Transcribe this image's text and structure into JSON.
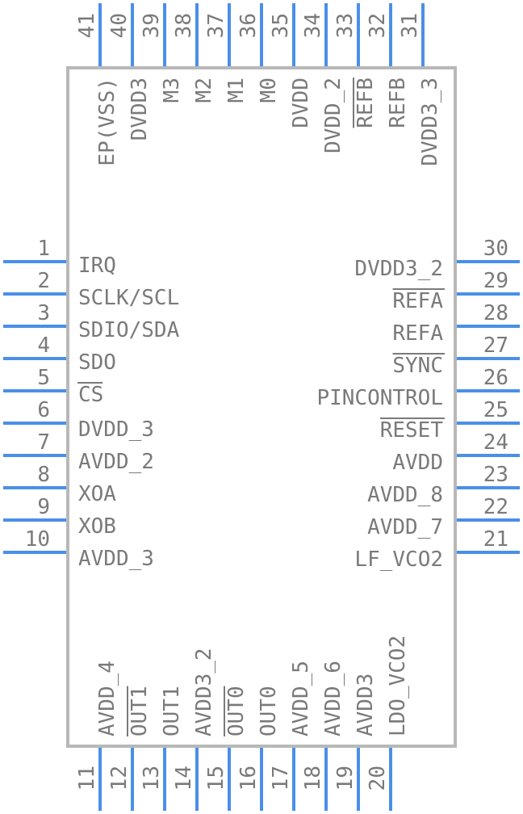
{
  "component": {
    "pins": {
      "left": [
        {
          "num": "1",
          "label": "IRQ",
          "bar": false
        },
        {
          "num": "2",
          "label": "SCLK/SCL",
          "bar": false
        },
        {
          "num": "3",
          "label": "SDIO/SDA",
          "bar": false
        },
        {
          "num": "4",
          "label": "SDO",
          "bar": false
        },
        {
          "num": "5",
          "label": "CS",
          "bar": true
        },
        {
          "num": "6",
          "label": "DVDD_3",
          "bar": false
        },
        {
          "num": "7",
          "label": "AVDD_2",
          "bar": false
        },
        {
          "num": "8",
          "label": "XOA",
          "bar": false
        },
        {
          "num": "9",
          "label": "XOB",
          "bar": false
        },
        {
          "num": "10",
          "label": "AVDD_3",
          "bar": false
        }
      ],
      "right": [
        {
          "num": "30",
          "label": "DVDD3_2",
          "bar": false
        },
        {
          "num": "29",
          "label": "REFA",
          "bar": true
        },
        {
          "num": "28",
          "label": "REFA",
          "bar": false
        },
        {
          "num": "27",
          "label": "SYNC",
          "bar": true
        },
        {
          "num": "26",
          "label": "PINCONTROL",
          "bar": false
        },
        {
          "num": "25",
          "label": "RESET",
          "bar": true
        },
        {
          "num": "24",
          "label": "AVDD",
          "bar": false
        },
        {
          "num": "23",
          "label": "AVDD_8",
          "bar": false
        },
        {
          "num": "22",
          "label": "AVDD_7",
          "bar": false
        },
        {
          "num": "21",
          "label": "LF_VCO2",
          "bar": false
        }
      ],
      "bottom": [
        {
          "num": "11",
          "label": "AVDD_4",
          "bar": false
        },
        {
          "num": "12",
          "label": "OUT1",
          "bar": true
        },
        {
          "num": "13",
          "label": "OUT1",
          "bar": false
        },
        {
          "num": "14",
          "label": "AVDD3_2",
          "bar": false
        },
        {
          "num": "15",
          "label": "OUT0",
          "bar": true
        },
        {
          "num": "16",
          "label": "OUT0",
          "bar": false
        },
        {
          "num": "17",
          "label": "AVDD_5",
          "bar": false
        },
        {
          "num": "18",
          "label": "AVDD_6",
          "bar": false
        },
        {
          "num": "19",
          "label": "AVDD3",
          "bar": false
        },
        {
          "num": "20",
          "label": "LDO_VCO2",
          "bar": false
        }
      ],
      "top": [
        {
          "num": "41",
          "label": "EP(VSS)",
          "bar": false
        },
        {
          "num": "40",
          "label": "DVDD3",
          "bar": false
        },
        {
          "num": "39",
          "label": "M3",
          "bar": false
        },
        {
          "num": "38",
          "label": "M2",
          "bar": false
        },
        {
          "num": "37",
          "label": "M1",
          "bar": false
        },
        {
          "num": "36",
          "label": "M0",
          "bar": false
        },
        {
          "num": "35",
          "label": "DVDD",
          "bar": false
        },
        {
          "num": "34",
          "label": "DVDD_2",
          "bar": false
        },
        {
          "num": "33",
          "label": "REFB",
          "bar": true
        },
        {
          "num": "32",
          "label": "REFB",
          "bar": false
        },
        {
          "num": "31",
          "label": "DVDD3_3",
          "bar": false
        }
      ]
    },
    "colors": {
      "pin": "#4a8fe8",
      "body": "#b8b8b8",
      "text": "#7a7a7a"
    }
  }
}
